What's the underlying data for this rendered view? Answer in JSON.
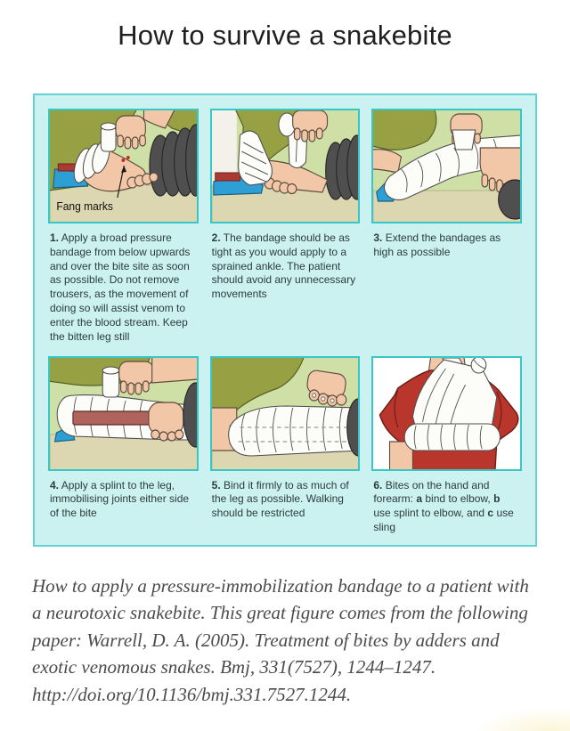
{
  "title": "How to survive a snakebite",
  "figure": {
    "fang_marks_label": "Fang marks",
    "panels": [
      {
        "num": "1.",
        "text": "Apply a broad pressure bandage from below upwards and over the bite site as soon as possible. Do not remove trousers, as the movement of doing so will assist venom to enter the blood stream. Keep the bitten leg still"
      },
      {
        "num": "2.",
        "text": "The bandage should be as tight as you would apply to a sprained ankle. The patient should avoid any unnecessary movements"
      },
      {
        "num": "3.",
        "text": "Extend the bandages as high as possible"
      },
      {
        "num": "4.",
        "text": "Apply a splint to the leg, immobilising joints either side of the bite"
      },
      {
        "num": "5.",
        "text": "Bind it firmly to as much of the leg as possible. Walking should be restricted"
      },
      {
        "num": "6.",
        "s1": "Bites on the hand and forearm: ",
        "b1": "a",
        "s2": " bind to elbow, ",
        "b2": "b",
        "s3": " use splint to elbow, and ",
        "b3": "c",
        "s4": " use sling"
      }
    ]
  },
  "caption": "How to apply a pressure-immobilization bandage to a patient with a neurotoxic snakebite. This great figure comes from the following paper: Warrell, D. A. (2005). Treatment of bites by adders and exotic venomous snakes. Bmj, 331(7527), 1244–1247. http://doi.org/10.1136/bmj.331.7527.1244.",
  "colors": {
    "box_background": "#cbf1f1",
    "box_border": "#63d2d2",
    "panel_border": "#38c6c6",
    "panel_scene_green": "#cfe0a6",
    "floor_tan": "#ddd7b1",
    "skin": "#f2c7a8",
    "olive_clothing": "#97a144",
    "bandage_white": "#fcfcf8",
    "trouser_roll_gray": "#4f4f4f",
    "shoe_blue": "#2e9fd4",
    "splint_rust": "#b0625c",
    "shirt_red": "#b8362c",
    "panel_text": "#2c3b3b",
    "caption_text": "#4b4b4b"
  }
}
